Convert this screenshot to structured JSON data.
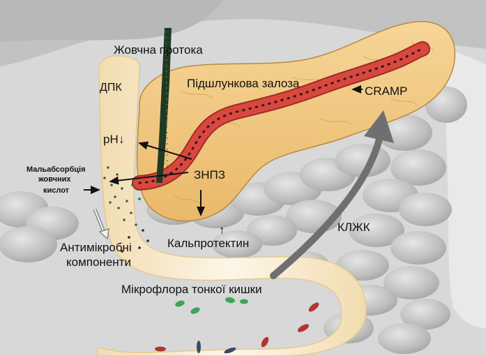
{
  "labels": {
    "bile_duct": "Жовчна протока",
    "duodenum": "ДПК",
    "pancreas": "Підшлункова залоза",
    "cramp": "CRAMP",
    "ph": "pH",
    "ph_arrow": "↓",
    "malabsorption_line1": "Мальабсорбція",
    "malabsorption_line2": "жовчних",
    "malabsorption_line3": "кислот",
    "zpz": "ЗНПЗ",
    "calprotectin_arrow": "↑",
    "calprotectin": "Кальпротектин",
    "antimicrobial_line1": "Антимікробні",
    "antimicrobial_line2": "компоненти",
    "kldzk": "КЛЖК",
    "microflora": "Мікрофлора тонкої кишки"
  },
  "colors": {
    "background_top": "#cfcfcf",
    "intestine_gray": "#c6c6c6",
    "pancreas_fill": "#f1c983",
    "pancreas_edge": "#b98a3c",
    "duct_red": "#d9473f",
    "bile_green": "#1f3a24",
    "duodenum_fill": "#f9edd6",
    "arrow_gray": "#6f6f6f"
  }
}
